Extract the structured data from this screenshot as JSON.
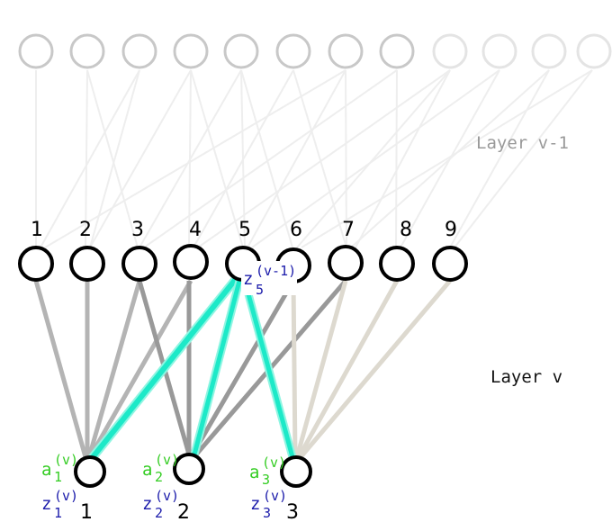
{
  "layer_labels": {
    "previous": "Layer v-1",
    "current": "Layer v"
  },
  "middle_layer": {
    "node_numbers": [
      "1",
      "2",
      "3",
      "4",
      "5",
      "6",
      "7",
      "8",
      "9"
    ],
    "highlighted_node_label": {
      "base": "z",
      "subscript": "5",
      "superscript": "(v-1)"
    }
  },
  "bottom_layer": {
    "node_numbers": [
      "1",
      "2",
      "3"
    ],
    "activation_labels": [
      {
        "base": "a",
        "subscript": "1",
        "superscript": "(v)"
      },
      {
        "base": "a",
        "subscript": "2",
        "superscript": "(v)"
      },
      {
        "base": "a",
        "subscript": "3",
        "superscript": "(v)"
      }
    ],
    "z_labels": [
      {
        "base": "z",
        "subscript": "1",
        "superscript": "(v)"
      },
      {
        "base": "z",
        "subscript": "2",
        "superscript": "(v)"
      },
      {
        "base": "z",
        "subscript": "3",
        "superscript": "(v)"
      }
    ]
  },
  "colors": {
    "highlight_edge": "#1de9c8",
    "activation_label": "#33cc22",
    "z_label": "#1a1aaa",
    "node_outline": "#000000",
    "faded_node": "#c8c8c8",
    "faded_node_light": "#e4e4e4",
    "top_edge": "#eeeeee",
    "gray_edge": "#b4b4b4",
    "dark_gray_edge": "#999999",
    "beige_edge": "#ddd9cf",
    "layer_label_previous": "#999999",
    "layer_label_current": "#111111"
  }
}
